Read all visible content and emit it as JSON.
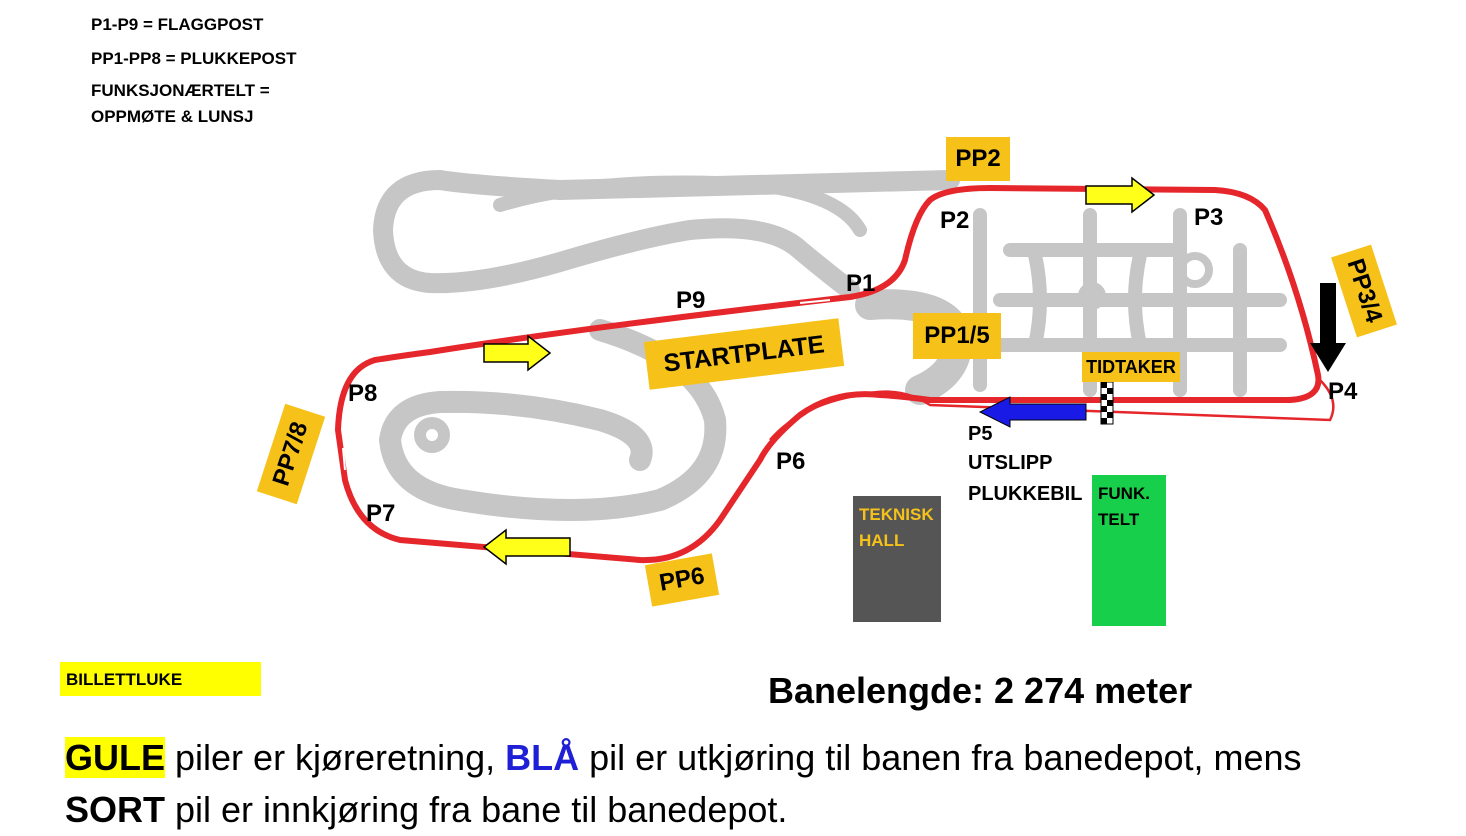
{
  "legend": {
    "line1": "P1-P9 = FLAGGPOST",
    "line2": "PP1-PP8 = PLUKKEPOST",
    "line3": "FUNKSJONÆRTELT =",
    "line4": "OPPMØTE & LUNSJ"
  },
  "posts": {
    "p1": "P1",
    "p2": "P2",
    "p3": "P3",
    "p4": "P4",
    "p5": "P5",
    "p6": "P6",
    "p7": "P7",
    "p8": "P8",
    "p9": "P9"
  },
  "pickup_posts": {
    "pp2": "PP2",
    "pp34": "PP3/4",
    "pp15": "PP1/5",
    "pp6": "PP6",
    "pp78": "PP7/8"
  },
  "labels": {
    "startplate": "STARTPLATE",
    "tidtaker": "TIDTAKER",
    "p5_line2": "UTSLIPP",
    "p5_line3": "PLUKKEBIL"
  },
  "buildings": {
    "teknisk_line1": "TEKNISK",
    "teknisk_line2": "HALL",
    "funk_line1": "FUNK.",
    "funk_line2": "TELT",
    "billettluke": "BILLETTLUKE"
  },
  "track_length": "Banelengde: 2 274 meter",
  "footer": {
    "gule": "GULE",
    "part1": " piler er kjøreretning, ",
    "bla": "BLÅ",
    "part2": " pil er utkjøring til banen fra banedepot, mens",
    "sort": "SORT",
    "part3": " pil er innkjøring fra bane til banedepot."
  },
  "colors": {
    "track_red": "#e5262b",
    "service_grey": "#c4c4c4",
    "post_box": "#f6c21a",
    "yellow_arrow": "#ffff1a",
    "blue_arrow": "#1a1ae6",
    "black_arrow": "#000000",
    "teknisk_hall": "#555555",
    "funk_telt": "#17cf4a",
    "billettluke": "#ffff00"
  }
}
